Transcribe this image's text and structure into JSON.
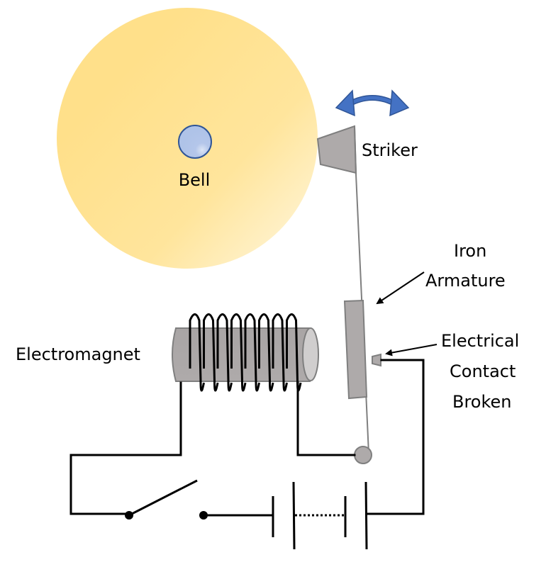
{
  "diagram": {
    "title": "Electric bell circuit",
    "state": "Electrical contact broken",
    "labels": {
      "bell": "Bell",
      "striker": "Striker",
      "iron_armature_line1": "Iron",
      "iron_armature_line2": "Armature",
      "contact_line1": "Electrical",
      "contact_line2": "Contact",
      "contact_line3": "Broken",
      "electromagnet": "Electromagnet"
    },
    "components": [
      "bell",
      "striker",
      "striking-motion-arrow",
      "spring-arm",
      "iron-armature",
      "electrical-contact",
      "electromagnet",
      "coil",
      "pivot",
      "switch",
      "battery"
    ],
    "switch_state": "open",
    "coil_turns": 8,
    "colors": {
      "bell_fill": "#FFE08A",
      "bell_fill_light": "#FFF5D6",
      "bell_center": "#AFC3E8",
      "bell_center_stroke": "#2F5597",
      "metal_gray": "#AEAAAA",
      "metal_outline": "#7F7F7F",
      "arrow_blue": "#4472C4",
      "wire": "#000000"
    }
  }
}
